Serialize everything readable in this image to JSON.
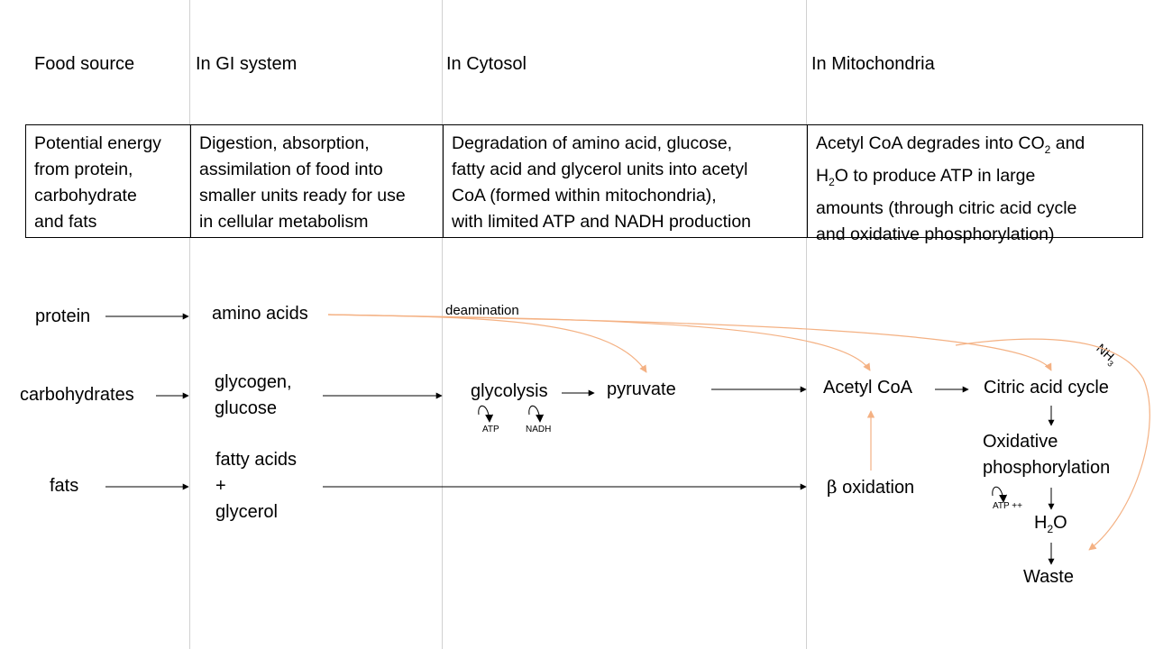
{
  "headers": {
    "food": "Food source",
    "gi": "In GI system",
    "cytosol": "In Cytosol",
    "mito": "In Mitochondria"
  },
  "descriptions": {
    "food": [
      "Potential energy",
      "from protein,",
      "carbohydrate",
      "and fats"
    ],
    "gi": [
      "Digestion, absorption,",
      "assimilation of food into",
      "smaller units ready for use",
      "in cellular metabolism"
    ],
    "cytosol": [
      "Degradation of amino acid, glucose,",
      "fatty acid and glycerol units into acetyl",
      "CoA (formed within mitochondria),",
      "with limited ATP and NADH production"
    ],
    "mito": {
      "line1": "Acetyl CoA degrades into CO",
      "line1_sub": "2",
      "line1_end": " and",
      "line2_pre": "H",
      "line2_sub": "2",
      "line2_end": "O to produce ATP in large",
      "line3": "amounts (through citric acid cycle",
      "line4": "and oxidative phosphorylation)"
    }
  },
  "sources": {
    "protein": "protein",
    "carbohydrates": "carbohydrates",
    "fats": "fats"
  },
  "gi_products": {
    "amino_acids": "amino acids",
    "glycogen": [
      "glycogen,",
      "glucose"
    ],
    "fatty": [
      "fatty acids",
      "+",
      "glycerol"
    ]
  },
  "cytosol_nodes": {
    "glycolysis": "glycolysis",
    "pyruvate": "pyruvate",
    "atp": "ATP",
    "nadh": "NADH",
    "deamination": "deamination"
  },
  "mito_nodes": {
    "acetyl_coa": "Acetyl CoA",
    "citric_acid_cycle": "Citric acid cycle",
    "oxidative_phosphorylation": [
      "Oxidative",
      "phosphorylation"
    ],
    "atp_plus": "ATP ++",
    "water_pre": "H",
    "water_sub": "2",
    "water_end": "O",
    "waste": "Waste",
    "beta": "β",
    "beta_oxidation": "oxidation",
    "nh3": "NH",
    "nh3_sub": "3"
  },
  "colors": {
    "arrow": "#000000",
    "curve": "#f4b183",
    "divider": "#d0d0d0"
  }
}
